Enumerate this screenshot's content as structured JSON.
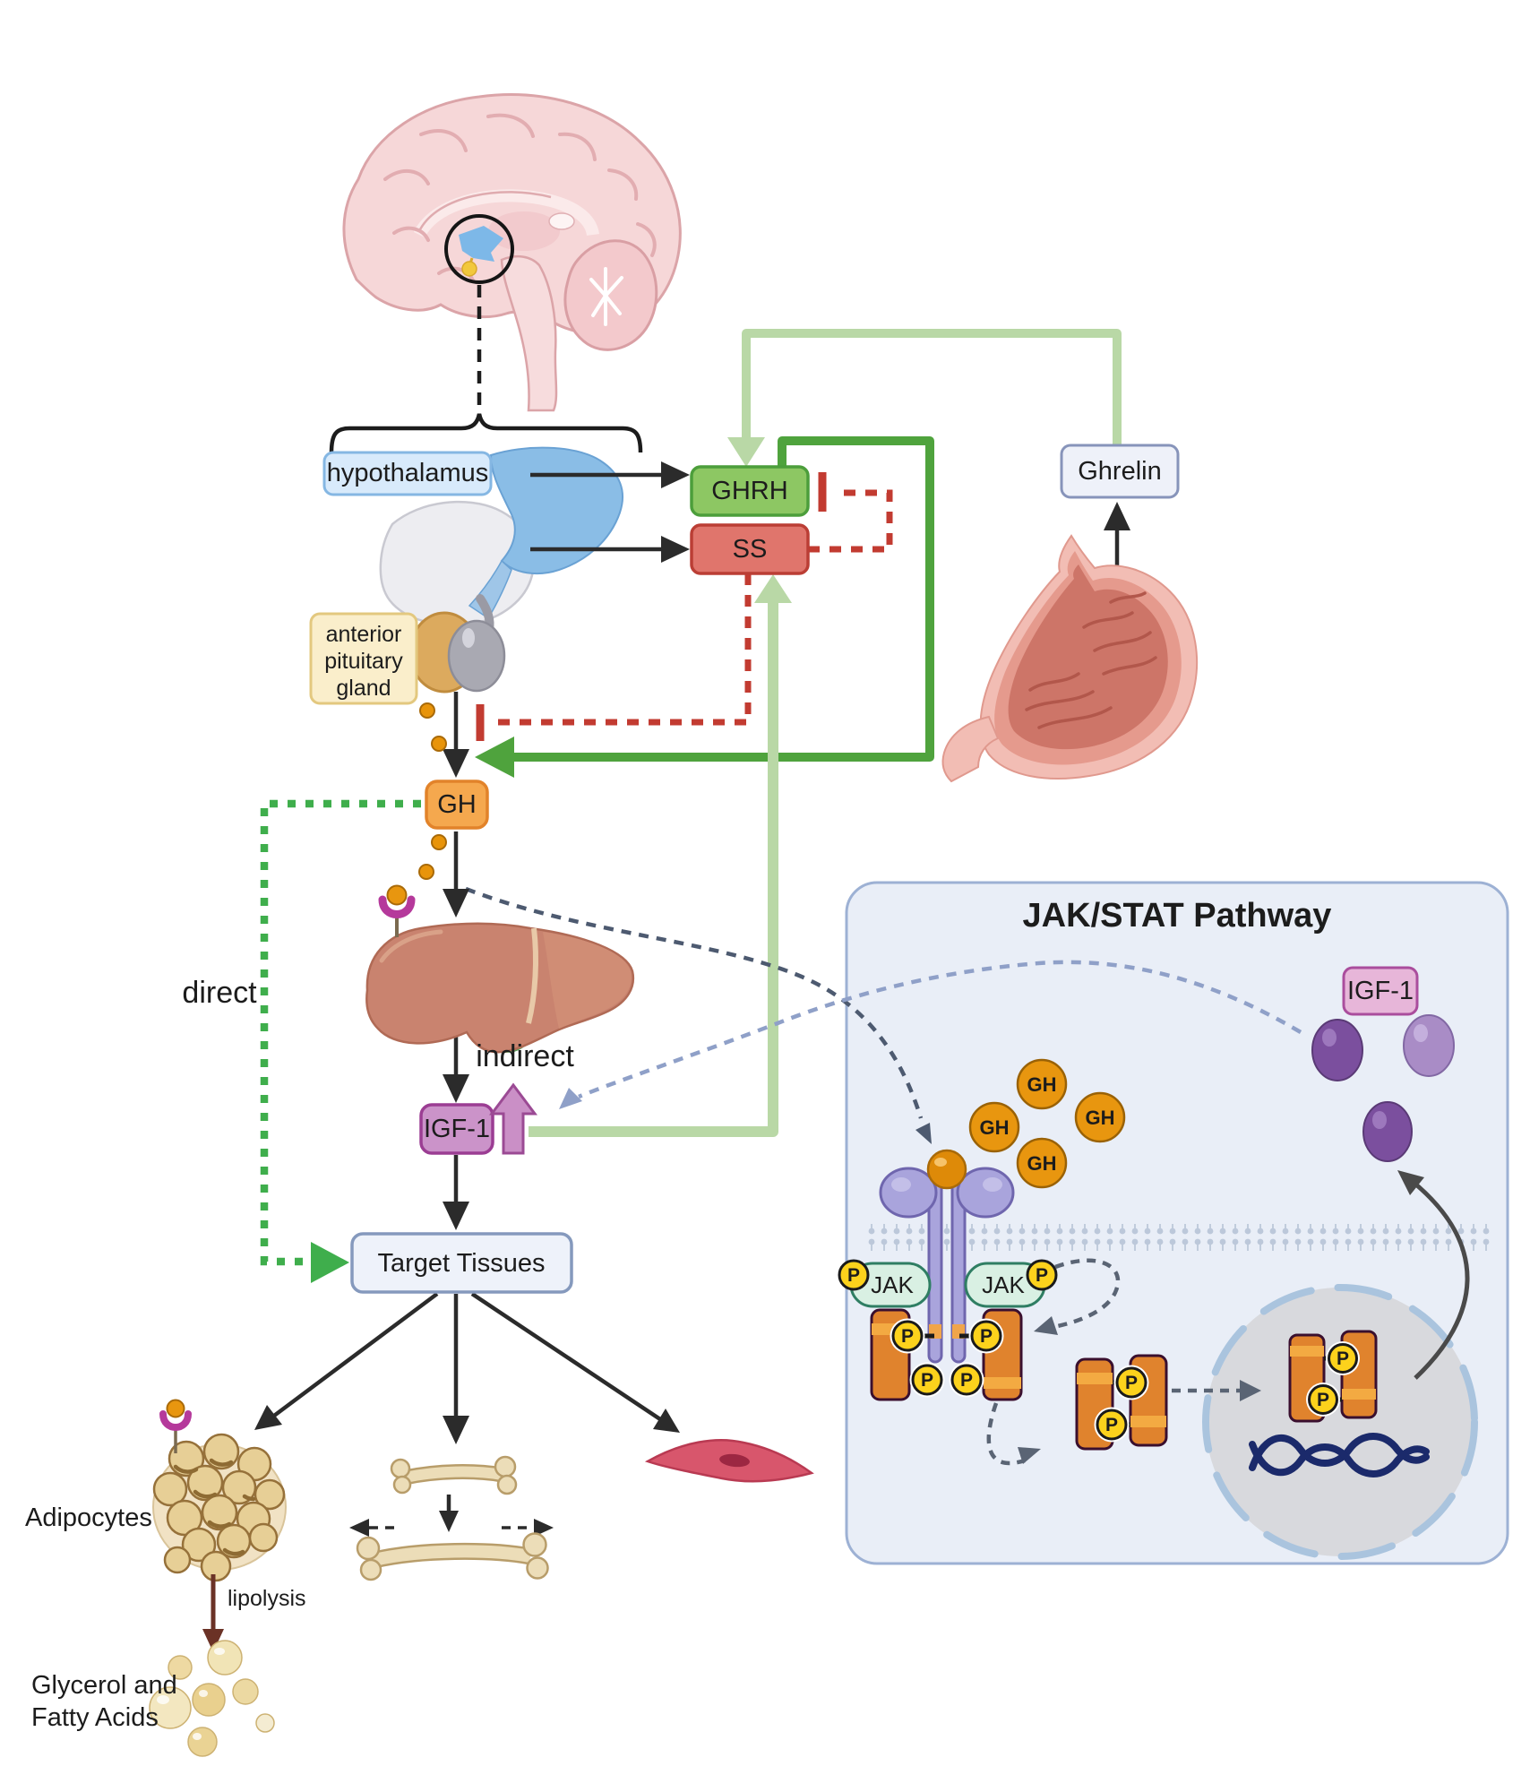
{
  "hormone_axis": {
    "hypothalamus_label": "hypothalamus",
    "anterior_pituitary_lines": [
      "anterior",
      "pituitary",
      "gland"
    ],
    "ghrh_label": "GHRH",
    "ss_label": "SS",
    "ghrelin_label": "Ghrelin",
    "gh_label": "GH",
    "igf1_label": "IGF-1",
    "direct_label": "direct",
    "indirect_label": "indirect",
    "target_tissues_label": "Target Tissues"
  },
  "tissues": {
    "adipocytes_label": "Adipocytes",
    "lipolysis_label": "lipolysis",
    "glycerol_lines": [
      "Glycerol and",
      "Fatty Acids"
    ]
  },
  "jak_stat": {
    "title": "JAK/STAT Pathway",
    "jak_label": "JAK",
    "p_label": "P",
    "gh_label": "GH",
    "igf1_label": "IGF-1"
  },
  "colors": {
    "stimulation_light_green": "#b9d8a6",
    "stimulation_dark_green": "#4fa33d",
    "direct_dotted_green": "#3fae4c",
    "inhibition_red": "#c23b31",
    "ghrh_box": "#8dc763",
    "ss_box": "#e0756c",
    "gh_box": "#f5a84e",
    "igf1_box": "#cb93c9",
    "igf1_inset_box": "#e7b6d9",
    "neutral_box": "#eef2fa",
    "hypothalamus_box": "#d8eafb",
    "pituitary_box": "#faeecb",
    "jak_pill": "#d9f0e3",
    "phosphate_yellow": "#fcd21c",
    "stat_orange": "#e0832d",
    "gh_molecule_orange": "#e8960f",
    "igf1_molecule_purple": "#7b4f9e",
    "inset_bg": "#e9eef7",
    "nucleus_gray": "#d8d9dd",
    "dna_navy": "#1b2a6b"
  }
}
